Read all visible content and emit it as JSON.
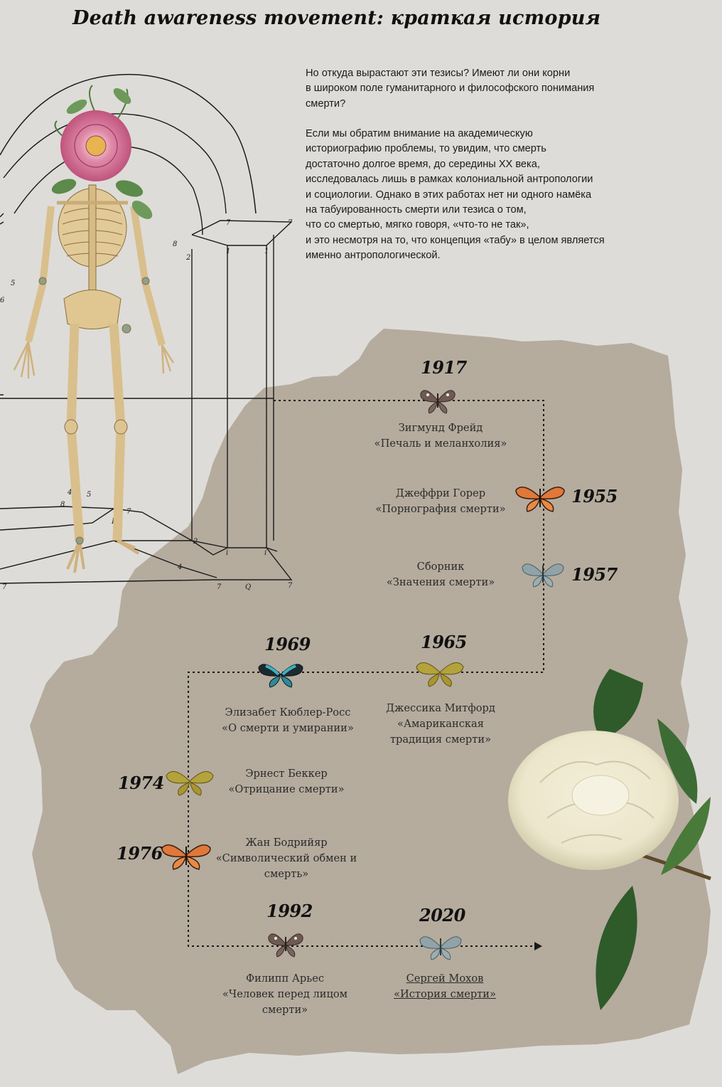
{
  "title": "Death awareness movement: краткая история",
  "intro": [
    "Но откуда вырастают эти тезисы? Имеют ли они корни\nв широком поле гуманитарного и философского понимания\nсмерти?",
    "Если мы обратим внимание на академическую\nисториографию проблемы, то увидим, что смерть\nдостаточно долгое время, до середины XX века,\nисследовалась лишь в рамках колониальной антропологии\nи социологии. Однако в этих работах нет ни одного намёка\nна табуированность смерти или тезиса о том,\nчто со смертью, мягко говоря, «что-то не так»,\nи это несмотря на то, что концепция «табу» в целом является\nименно антропологической."
  ],
  "timeline": [
    {
      "year": "1917",
      "author": "Зигмунд Фрейд",
      "work": "«Печаль и меланхолия»",
      "butterfly": "brown-butterfly-icon"
    },
    {
      "year": "1955",
      "author": "Джеффри Горер",
      "work": "«Порнография смерти»",
      "butterfly": "orange-butterfly-icon"
    },
    {
      "year": "1957",
      "author": "Сборник",
      "work": "«Значения смерти»",
      "butterfly": "grey-blue-butterfly-icon"
    },
    {
      "year": "1965",
      "author": "Джессика Митфорд",
      "work": "«Амариканская\nтрадиция смерти»",
      "butterfly": "olive-butterfly-icon"
    },
    {
      "year": "1969",
      "author": "Элизабет Кюблер-Росс",
      "work": "«О смерти и умирании»",
      "butterfly": "blue-green-butterfly-icon"
    },
    {
      "year": "1974",
      "author": "Эрнест Беккер",
      "work": "«Отрицание смерти»",
      "butterfly": "olive-butterfly-icon"
    },
    {
      "year": "1976",
      "author": "Жан Бодрийяр",
      "work": "«Символический обмен и\nсмерть»",
      "butterfly": "orange-butterfly-icon"
    },
    {
      "year": "1992",
      "author": "Филипп Арьес",
      "work": "«Человек перед лицом\nсмерти»",
      "butterfly": "brown-butterfly-icon"
    },
    {
      "year": "2020",
      "author": "Сергей Мохов",
      "work": "«История смерти»",
      "butterfly": "grey-blue-butterfly-icon"
    }
  ],
  "colors": {
    "background": "#dedcd8",
    "paper": "#b7ad9f",
    "timeline_line": "#1a1a1a",
    "bone": "#d9c08e",
    "rose": "#c85a85",
    "camellia": "#f2efdc",
    "leaf": "#2f5a2a",
    "butterfly_orange": "#e0783a",
    "butterfly_olive": "#b4a23b",
    "butterfly_brown": "#6e5a52",
    "butterfly_greyblue": "#8fa3a8",
    "butterfly_bluegreen": "#2e8a9a"
  }
}
